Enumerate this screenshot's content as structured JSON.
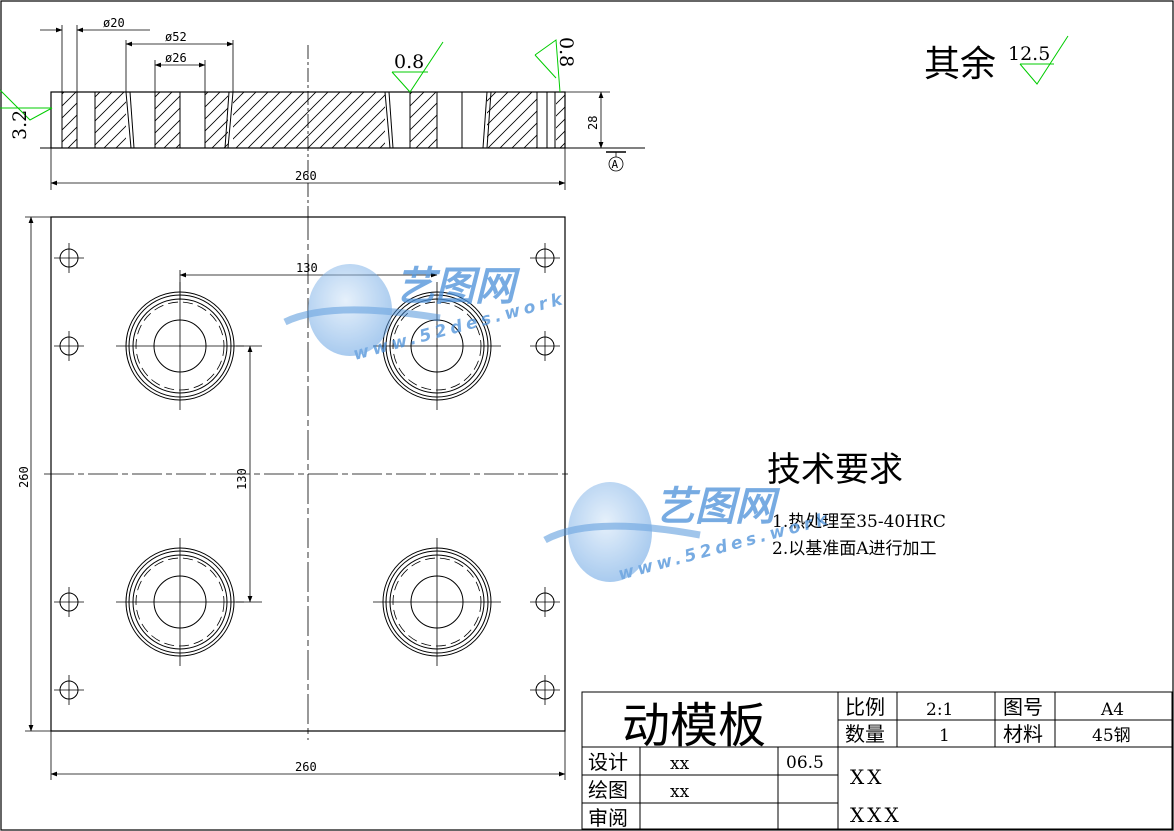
{
  "dimensions": {
    "d20": "ø20",
    "d52": "ø52",
    "d26": "ø26",
    "thickness": "28",
    "width_section": "260",
    "width_plan": "260",
    "height_plan": "260",
    "spacing_x": "130",
    "spacing_y": "130"
  },
  "roughness": {
    "left": "3.2",
    "hole_mid": "0.8",
    "hole_right": "0.8",
    "rest_label": "其余",
    "rest_value": "12.5"
  },
  "datum_label": "A",
  "tech": {
    "title": "技术要求",
    "items": [
      "1.热处理至35-40HRC",
      "2.以基准面A进行加工"
    ]
  },
  "title_block": {
    "part_name": "动模板",
    "scale_label": "比例",
    "scale_value": "2:1",
    "drawing_no_label": "图号",
    "drawing_no_value": "A4",
    "quantity_label": "数量",
    "quantity_value": "1",
    "material_label": "材料",
    "material_value": "45钢",
    "design_label": "设计",
    "design_value": "xx",
    "date": "06.5",
    "draw_label": "绘图",
    "draw_value": "xx",
    "review_label": "审阅",
    "company_1": "XX",
    "company_2": "XXX"
  },
  "watermark": {
    "brand": "艺图网",
    "url": "www.52des.work"
  },
  "colors": {
    "line": "#000000",
    "roughness_symbol": "#00cc00",
    "watermark": "#4a90d9"
  }
}
